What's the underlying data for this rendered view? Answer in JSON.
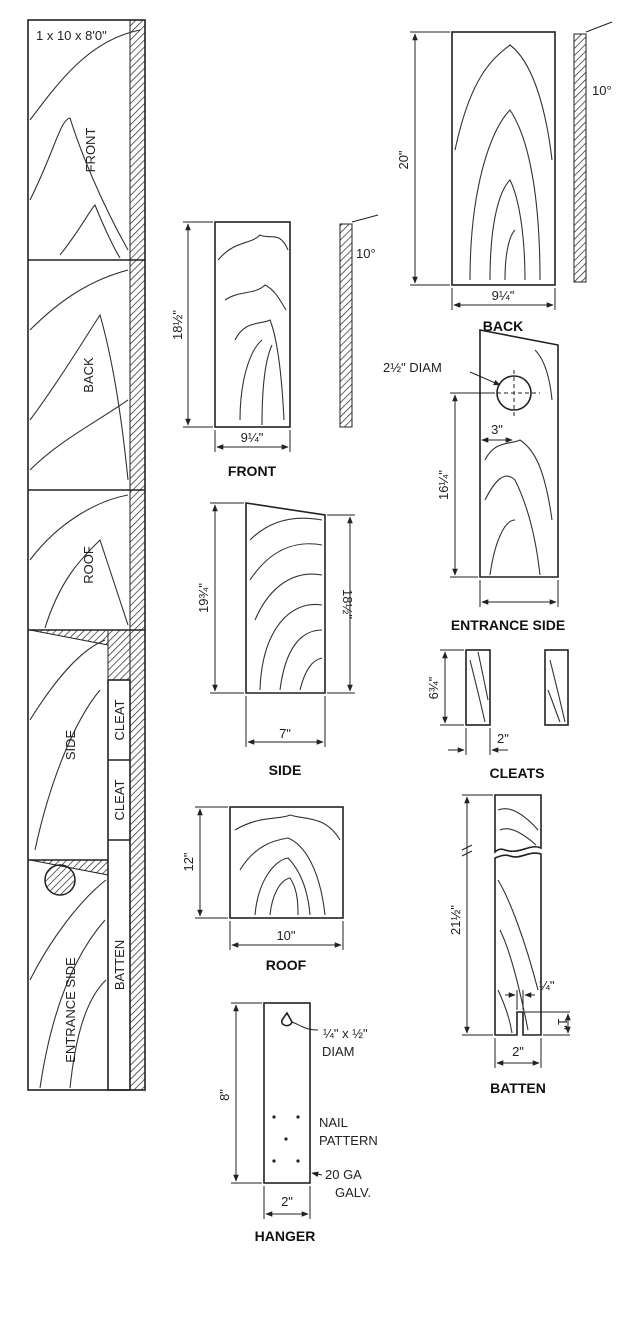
{
  "board": {
    "stock": "1 x 10 x 8'0\"",
    "sections": [
      "FRONT",
      "BACK",
      "ROOF",
      "SIDE",
      "ENTRANCE SIDE"
    ],
    "strip": [
      "CLEAT",
      "CLEAT",
      "BATTEN"
    ]
  },
  "front": {
    "label": "FRONT",
    "height": "18½\"",
    "width": "9¼\"",
    "angle": "10°"
  },
  "back": {
    "label": "BACK",
    "height": "20\"",
    "width": "9¼\"",
    "angle": "10°"
  },
  "entrance_side": {
    "label": "ENTRANCE SIDE",
    "hole": "2½\" DIAM",
    "offset": "3\"",
    "height": "16¼\""
  },
  "side": {
    "label": "SIDE",
    "left_height": "19¾\"",
    "right_height": "18½\"",
    "width": "7\""
  },
  "cleats": {
    "label": "CLEATS",
    "height": "6¾\"",
    "width": "2\""
  },
  "roof": {
    "label": "ROOF",
    "height": "12\"",
    "width": "10\""
  },
  "batten": {
    "label": "BATTEN",
    "height": "21½\"",
    "width": "2\"",
    "slot_width": "¼\"",
    "slot_depth": "1\""
  },
  "hanger": {
    "label": "HANGER",
    "height": "8\"",
    "width": "2\"",
    "hole": "¼\" x ½\"",
    "hole2": "DIAM",
    "nail1": "NAIL",
    "nail2": "PATTERN",
    "gauge1": "20 GA",
    "gauge2": "GALV."
  }
}
